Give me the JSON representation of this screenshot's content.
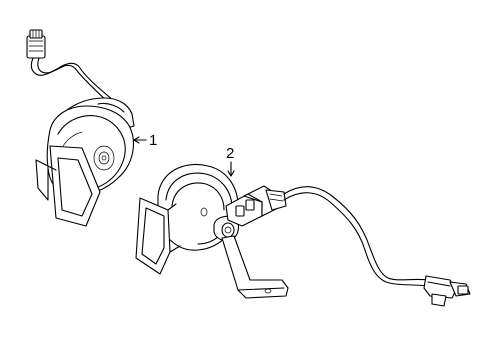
{
  "callouts": [
    {
      "number": "1",
      "part": "horn-1"
    },
    {
      "number": "2",
      "part": "horn-2"
    }
  ]
}
